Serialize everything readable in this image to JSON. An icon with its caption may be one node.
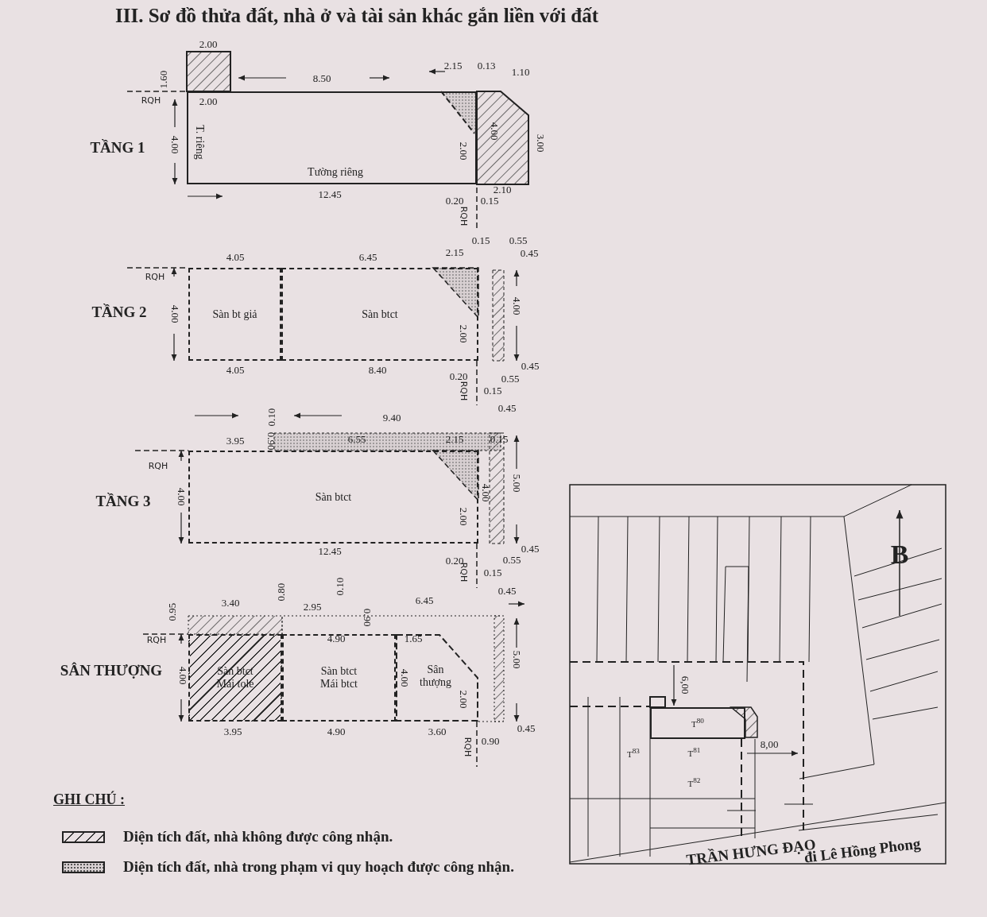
{
  "diagram": {
    "title": "III. Sơ đồ thửa đất, nhà ở và tài sản khác gắn liền với đất",
    "nodes": [
      {
        "text": [
          "T. riêng",
          "Tường riêng"
        ]
      },
      {
        "text": [
          "Sàn bt giả"
        ]
      },
      {
        "text": [
          "Sàn btct"
        ]
      },
      {
        "text": [
          "Sàn btct"
        ]
      },
      {
        "text": [
          "Sàn btct Mái tole"
        ]
      },
      {
        "text": [
          "Sàn btct Mái btct"
        ]
      },
      {
        "text": [
          "Sân thượng"
        ]
      },
      {
        "text": [
          "T$^{80}$"
        ]
      },
      {
        "text": [
          "T$^{83}$"
        ]
      },
      {
        "text": [
          "T$^{81}$"
        ]
      },
      {
        "text": [
          "T$^{82}$"
        ]
      }
    ],
    "labels": [
      "2.00",
      "1.60",
      "8.50",
      "2.15",
      "0.13",
      "1.10",
      "RQH",
      "2.00",
      "TẦNG 1",
      "4.00",
      "2.00",
      "4.00",
      "3.00",
      "12.45",
      "2.10",
      "0.20",
      "0.15",
      "RQH",
      "0.15",
      "0.55",
      "4.05",
      "6.45",
      "2.15",
      "0.45",
      "RQH",
      "TẦNG 2",
      "4.00",
      "2.00",
      "4.00",
      "4.05",
      "8.40",
      "0.45",
      "0.20",
      "0.55",
      "0.15",
      "RQH",
      "0.45",
      "0.10",
      "9.40",
      "3.95",
      "0.90",
      "6.55",
      "2.15",
      "0.15",
      "RQH",
      "TẦNG 3",
      "4.00",
      "4.00",
      "5.00",
      "2.00",
      "12.45",
      "0.45",
      "0.20",
      "0.55",
      "0.15",
      "RQH",
      "0.45",
      "0.95",
      "3.40",
      "0.80",
      "2.95",
      "0.10",
      "0.90",
      "6.45",
      "RQH",
      "4.90",
      "1.65",
      "SÂN THƯỢNG",
      "4.00",
      "4.00",
      "5.00",
      "2.00",
      "3.95",
      "4.90",
      "3.60",
      "0.45",
      "RQH",
      "0.90",
      "6,00",
      "B",
      "8,00",
      "TRẦN HƯNG ĐẠO",
      "đi Lê Hồng Phong",
      "GHI CHÚ :"
    ],
    "legend": [
      {
        "text": "Diện tích đất, nhà không được công nhận."
      },
      {
        "text": "Diện tích đất, nhà trong phạm vi quy hoạch được công nhận."
      }
    ]
  }
}
